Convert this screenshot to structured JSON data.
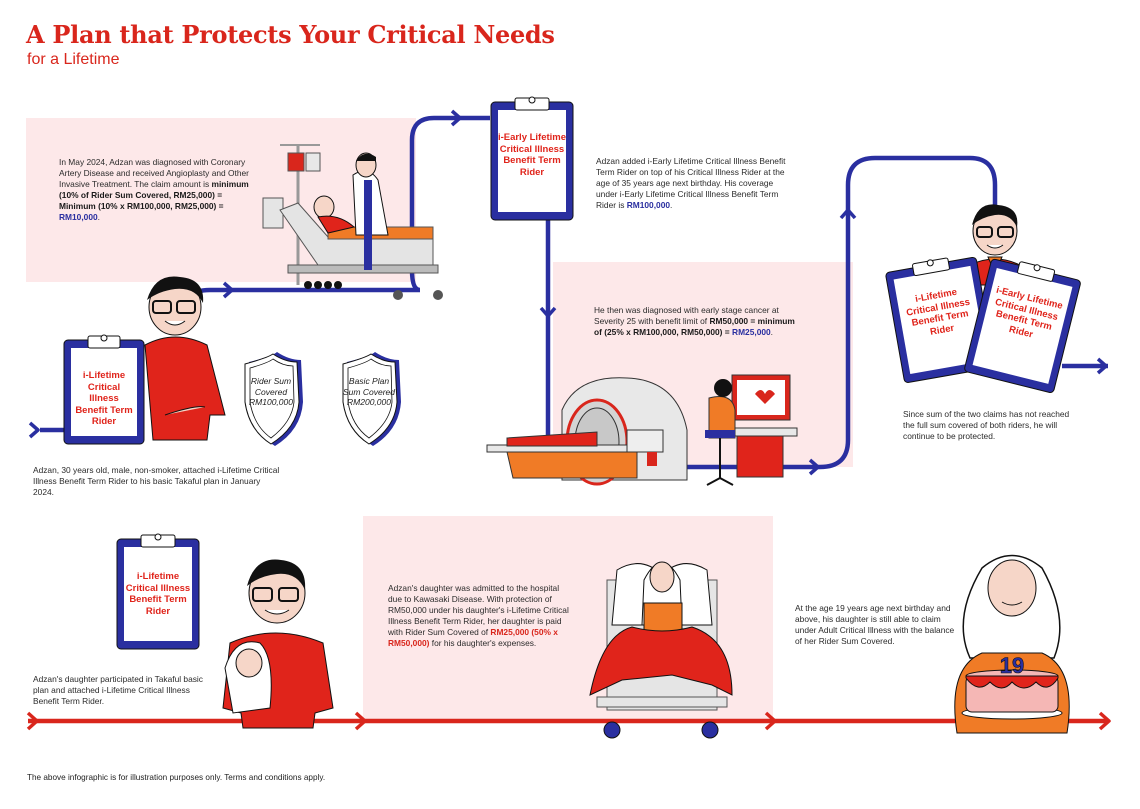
{
  "header": {
    "title": "A Plan that Protects Your Critical Needs",
    "subtitle": "for a Lifetime"
  },
  "colors": {
    "brand_red": "#d9261c",
    "path_blue": "#2a2fa0",
    "pink_panel": "#fde8e9",
    "orange": "#f07b26"
  },
  "steps": {
    "start": {
      "clipboard_label": "i-Lifetime Critical Illness Benefit Term Rider",
      "shields": [
        {
          "line1": "Rider Sum",
          "line2": "Covered",
          "line3": "RM100,000"
        },
        {
          "line1": "Basic Plan",
          "line2": "Sum Covered",
          "line3": "RM200,000"
        }
      ],
      "text": "Adzan, 30 years old, male, non-smoker, attached i-Lifetime Critical Illness Benefit Term Rider to his basic Takaful plan in January 2024."
    },
    "claim1": {
      "text_plain": "In May 2024, Adzan was diagnosed with Coronary Artery Disease and received Angioplasty and Other Invasive Treatment. The claim amount is ",
      "text_bold": "minimum (10% of Rider Sum Covered, RM25,000) = Minimum (10% x RM100,000, RM25,000) = ",
      "text_highlight": "RM10,000",
      "text_end": "."
    },
    "add_rider": {
      "clipboard_label": "i-Early Lifetime Critical Illness Benefit Term Rider",
      "text_plain": "Adzan added i-Early Lifetime Critical Illness Benefit Term Rider on top of his Critical Illness Rider at the age of 35 years age next birthday. His coverage under i-Early Lifetime Critical Illness Benefit Term Rider is ",
      "text_highlight": "RM100,000",
      "text_end": "."
    },
    "claim2": {
      "text_plain": "He then was diagnosed with early stage cancer at Severity 25 with benefit limit of ",
      "text_bold": "RM50,000 = minimum of (25% x RM100,000, RM50,000) = ",
      "text_highlight": "RM25,000",
      "text_end": "."
    },
    "protected": {
      "clipboard_left": "i-Lifetime Critical Illness Benefit Term Rider",
      "clipboard_right": "i-Early Lifetime Critical Illness Benefit Term Rider",
      "text": "Since sum of the two claims has not reached the full sum covered of both riders, he will continue to be protected."
    },
    "daughter_start": {
      "clipboard_label": "i-Lifetime Critical Illness Benefit Term Rider",
      "text": "Adzan's daughter participated in Takaful basic plan and attached i-Lifetime Critical Illness Benefit Term Rider."
    },
    "daughter_claim": {
      "text_plain": "Adzan's daughter was admitted to the hospital due to Kawasaki Disease. With protection of RM50,000 under his daughter's i-Lifetime Critical Illness Benefit Term Rider, her daughter is paid with Rider Sum Covered of ",
      "text_highlight": "RM25,000 (50% x RM50,000)",
      "text_end": " for his daughter's expenses."
    },
    "daughter_adult": {
      "cake_number": "19",
      "text": "At the age 19 years age next birthday and above, his daughter is still able to claim under Adult Critical Illness with the balance of her Rider Sum Covered."
    }
  },
  "footer": {
    "disclaimer": "The above infographic is for illustration purposes only. Terms and conditions apply."
  }
}
